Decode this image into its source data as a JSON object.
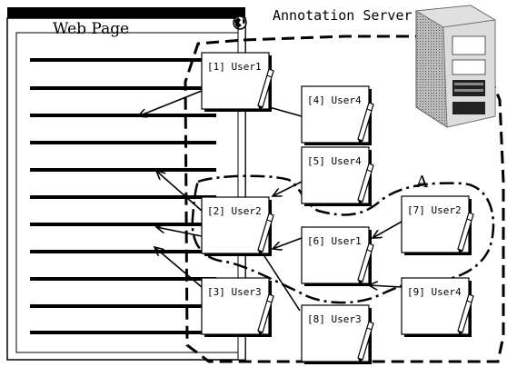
{
  "title_webpage": "Web Page",
  "title_server": "Annotation Server",
  "group_label": "A",
  "notes": [
    {
      "id": "n1",
      "label": "[1] User1"
    },
    {
      "id": "n2",
      "label": "[2] User2"
    },
    {
      "id": "n3",
      "label": "[3] User3"
    },
    {
      "id": "n4",
      "label": "[4] User4"
    },
    {
      "id": "n5",
      "label": "[5] User4"
    },
    {
      "id": "n6",
      "label": "[6] User1"
    },
    {
      "id": "n7",
      "label": "[7] User2"
    },
    {
      "id": "n8",
      "label": "[8] User3"
    },
    {
      "id": "n9",
      "label": "[9] User4"
    }
  ],
  "icons": {
    "globe": "globe-icon",
    "server": "server-icon",
    "pen": "pen-icon"
  }
}
